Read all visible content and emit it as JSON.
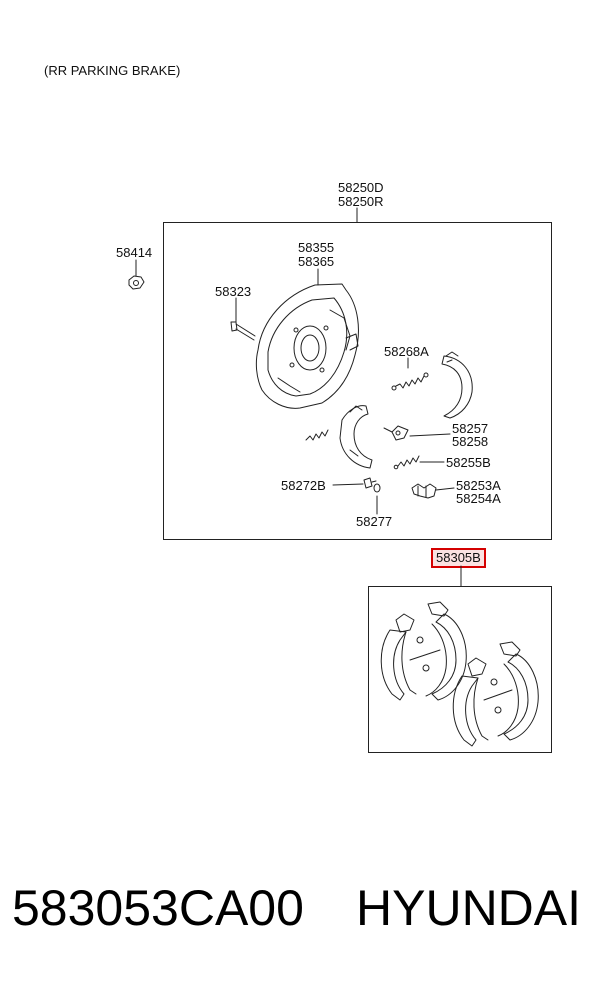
{
  "header": {
    "caption": "(RR PARKING BRAKE)"
  },
  "assembly": {
    "line1": "58250D",
    "line2": "58250R"
  },
  "parts": {
    "p58414": "58414",
    "p58355": "58355",
    "p58365": "58365",
    "p58323": "58323",
    "p58268A": "58268A",
    "p58257": "58257",
    "p58258": "58258",
    "p58255B": "58255B",
    "p58272B": "58272B",
    "p58253A": "58253A",
    "p58254A": "58254A",
    "p58277": "58277"
  },
  "highlighted_part": "58305B",
  "footer": {
    "part_number": "583053CA00",
    "brand": "HYUNDAI"
  },
  "colors": {
    "highlight_border": "#d40000",
    "highlight_fill": "#fbe2e2",
    "line": "#222222"
  }
}
